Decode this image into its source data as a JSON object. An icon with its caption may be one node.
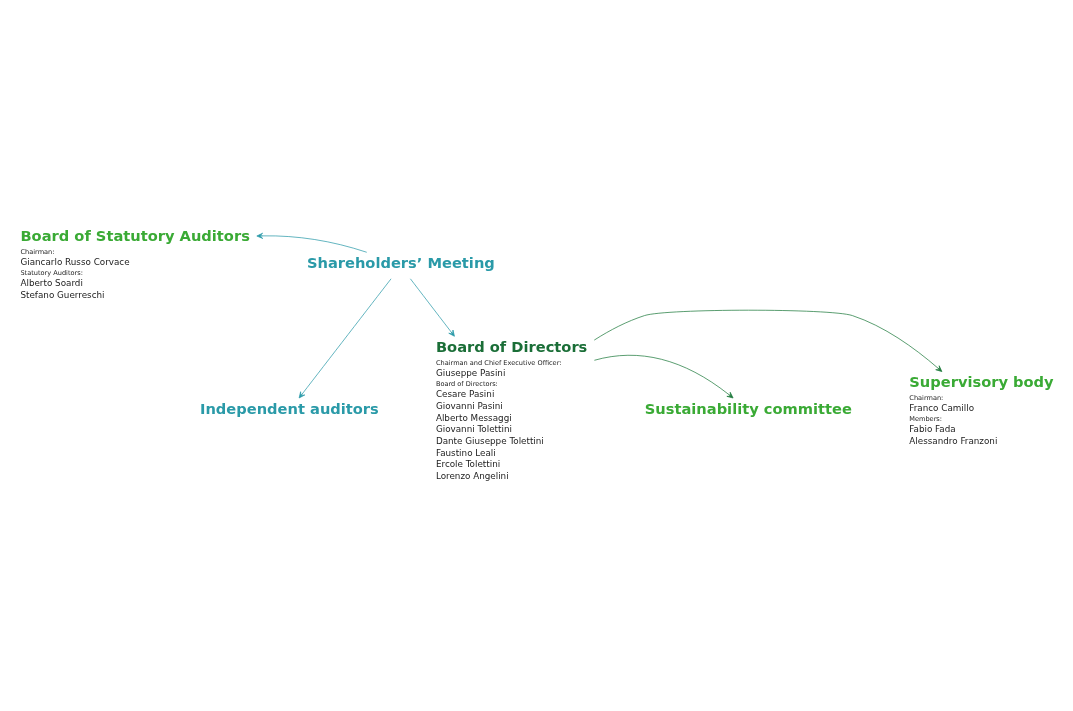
{
  "diagram": {
    "nodes": [
      {
        "text": [
          "Board of Statutory Auditors",
          "Chairman:",
          "Giancarlo Russo Corvace",
          "Statutory Auditors:",
          "Alberto Soardi",
          "Stefano Guerreschi"
        ]
      },
      {
        "text": [
          "Shareholders’ Meeting"
        ]
      },
      {
        "text": [
          "Independent auditors"
        ]
      },
      {
        "text": [
          "Supervisory body",
          "Chairman:",
          "Franco Camillo",
          "Members:",
          "Fabio Fada",
          "Alessandro Franzoni"
        ]
      },
      {
        "text": [
          "Board of Directors",
          "Chairman and Chief Executive Officer:",
          "Giuseppe Pasini",
          "Board of Directors:",
          "Cesare Pasini",
          "Giovanni Pasini",
          "Alberto Messaggi",
          "Giovanni Tolettini",
          "Dante Giuseppe Tolettini",
          "Faustino Leali",
          "Ercole Tolettini",
          "Lorenzo Angelini"
        ]
      },
      {
        "text": [
          "Sustainability committee"
        ]
      }
    ],
    "edges": [
      {
        "from": 1,
        "to": 0,
        "arrow": "to"
      },
      {
        "from": 1,
        "to": 2,
        "arrow": "to"
      },
      {
        "from": 1,
        "to": 4,
        "arrow": "to"
      },
      {
        "from": 4,
        "to": 3,
        "arrow": "to",
        "color": "#1e7a3c"
      },
      {
        "from": 4,
        "to": 5,
        "arrow": "to",
        "color": "#1e7a3c"
      }
    ]
  }
}
